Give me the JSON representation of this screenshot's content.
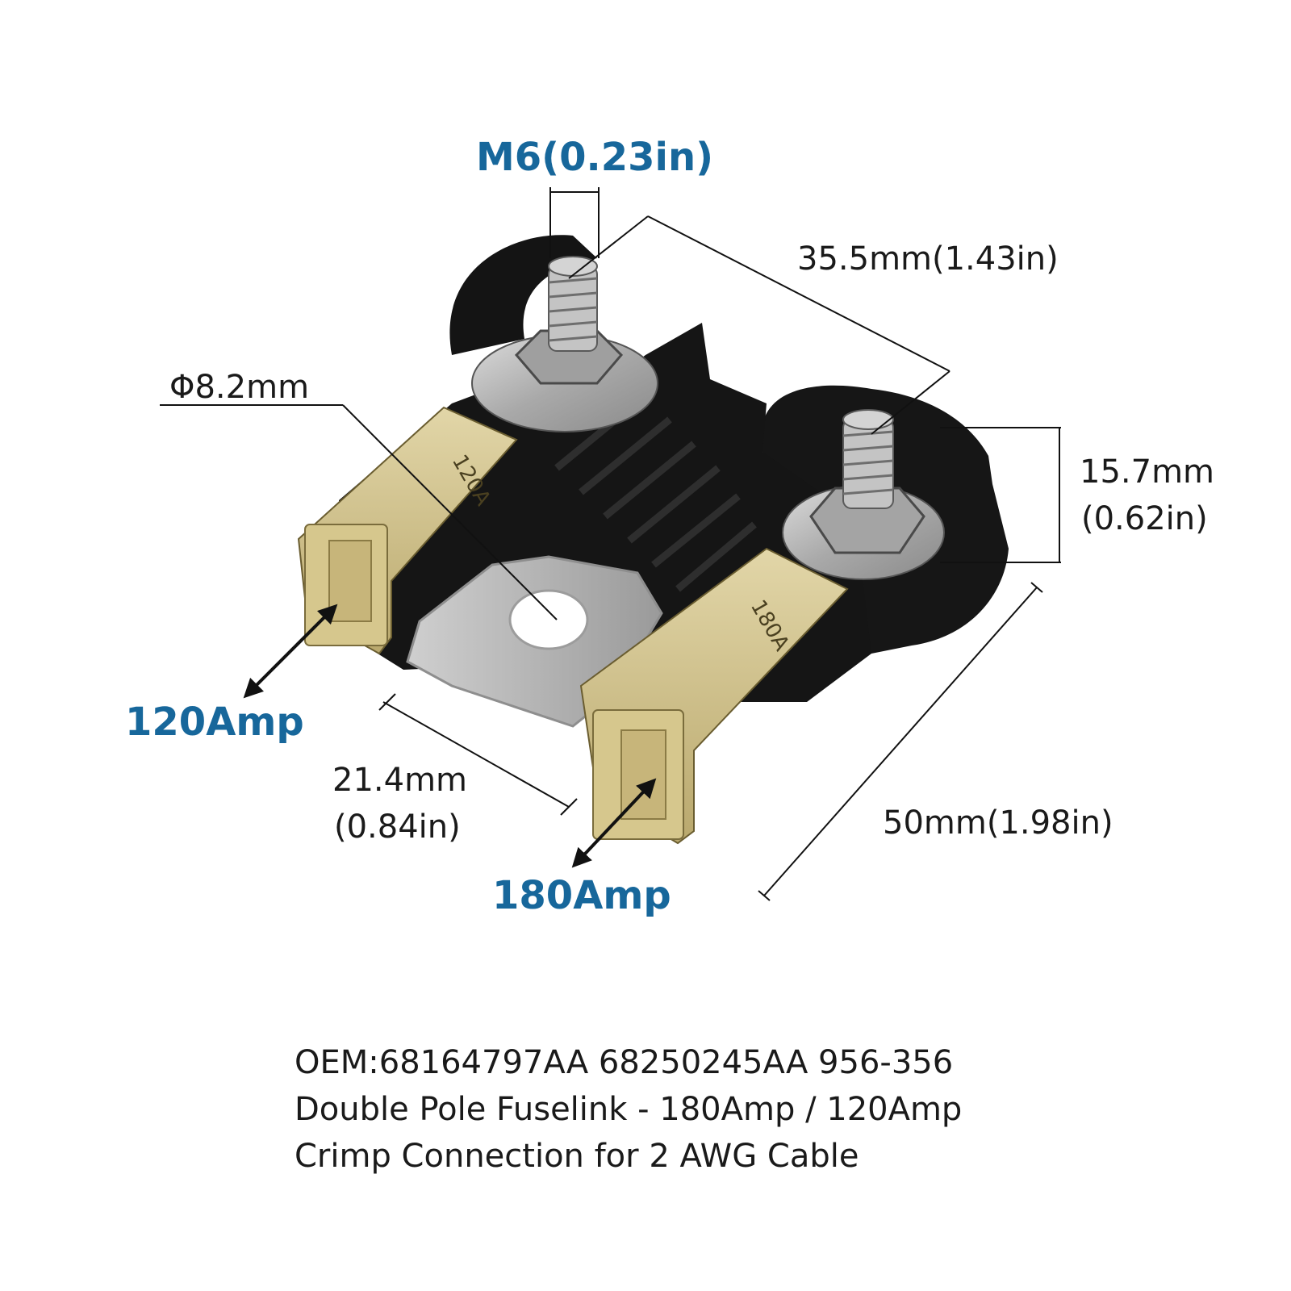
{
  "labels": {
    "m6": "M6(0.23in)",
    "phi": "Φ8.2mm",
    "len355": "35.5mm(1.43in)",
    "h157_a": "15.7mm",
    "h157_b": "(0.62in)",
    "amp120": "120Amp",
    "w214_a": "21.4mm",
    "w214_b": "(0.84in)",
    "len50": "50mm(1.98in)",
    "amp180": "180Amp",
    "fuse_left_print": "120A",
    "fuse_right_print": "180A"
  },
  "description": [
    "OEM:68164797AA 68250245AA 956-356",
    "Double Pole Fuselink - 180Amp / 120Amp",
    "Crimp Connection for 2 AWG Cable"
  ],
  "colors": {
    "accent_blue": "#17679b",
    "housing_black": "#151515",
    "fuse_amber": "#cdbd86",
    "metal": "#b9b9b9"
  }
}
